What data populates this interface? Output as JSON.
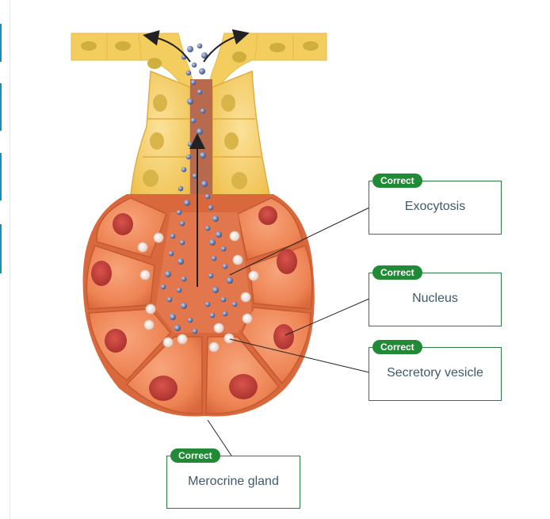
{
  "labels": [
    {
      "text": "Exocytosis",
      "status": "Correct"
    },
    {
      "text": "Nucleus",
      "status": "Correct"
    },
    {
      "text": "Secretory vesicle",
      "status": "Correct"
    },
    {
      "text": "Merocrine gland",
      "status": "Correct"
    }
  ],
  "colors": {
    "correct_green": "#218a36",
    "box_border": "#2a7d3a",
    "label_text": "#3e5a6b",
    "cell_orange": "#f0885a",
    "nucleus_red": "#c8453f",
    "duct_yellow": "#f3cd5e",
    "granule_blue": "#5a6f9a"
  }
}
